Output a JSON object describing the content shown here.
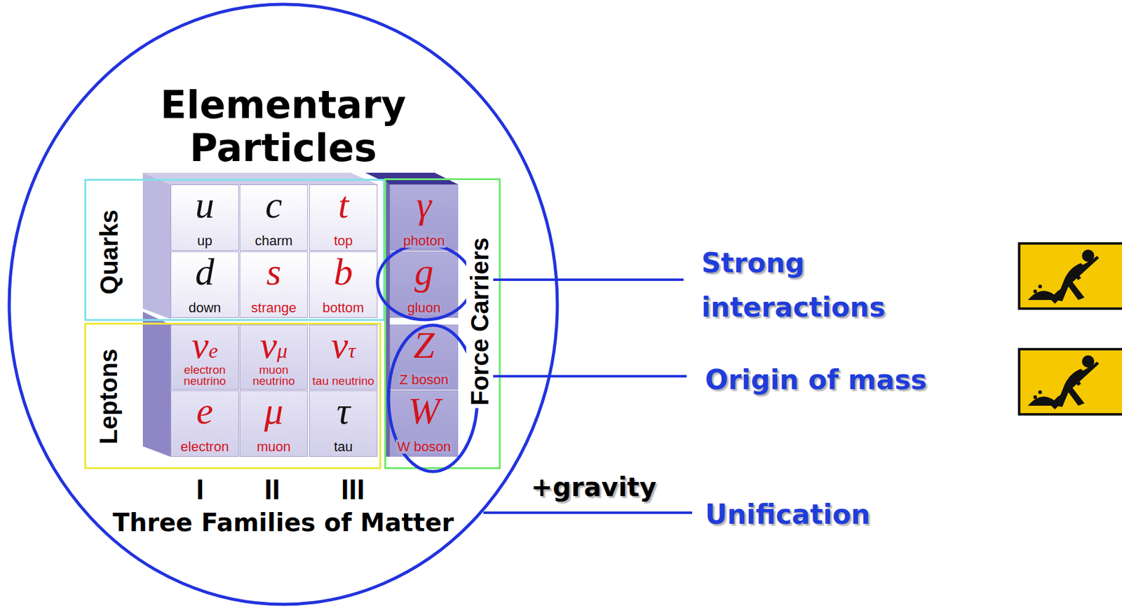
{
  "diagram": {
    "nodes": [
      {
        "text": [
          "Elementary Particles",
          "Three Families of Matter"
        ]
      },
      {
        "text": [
          "Quarks"
        ],
        "in": 0
      },
      {
        "text": [
          "u",
          "up"
        ],
        "in": 1
      },
      {
        "text": [
          "c",
          "charm"
        ],
        "in": 1
      },
      {
        "text": [
          "t",
          "top"
        ],
        "in": 1
      },
      {
        "text": [
          "d",
          "down"
        ],
        "in": 1
      },
      {
        "text": [
          "s",
          "strange"
        ],
        "in": 1
      },
      {
        "text": [
          "b",
          "bottom"
        ],
        "in": 1
      },
      {
        "text": [
          "Leptons"
        ],
        "in": 0
      },
      {
        "text": [
          "νe",
          "electron neutrino"
        ],
        "in": 8
      },
      {
        "text": [
          "νμ",
          "muon neutrino"
        ],
        "in": 8
      },
      {
        "text": [
          "ντ",
          "tau neutrino"
        ],
        "in": 8
      },
      {
        "text": [
          "e",
          "electron"
        ],
        "in": 8
      },
      {
        "text": [
          "μ",
          "muon"
        ],
        "in": 8
      },
      {
        "text": [
          "τ",
          "tau"
        ],
        "in": 8
      },
      {
        "text": [
          "Force Carriers"
        ],
        "in": 0
      },
      {
        "text": [
          "γ",
          "photon"
        ],
        "in": 15
      },
      {
        "text": [
          "g",
          "gluon"
        ],
        "in": 15
      },
      {
        "text": [
          "Z",
          "Z boson"
        ],
        "in": 15
      },
      {
        "text": [
          "W",
          "W boson"
        ],
        "in": 15
      }
    ],
    "labels": [
      "Strong interactions",
      "Origin of mass",
      "I",
      "II",
      "III",
      "+gravity",
      "Unification"
    ]
  }
}
